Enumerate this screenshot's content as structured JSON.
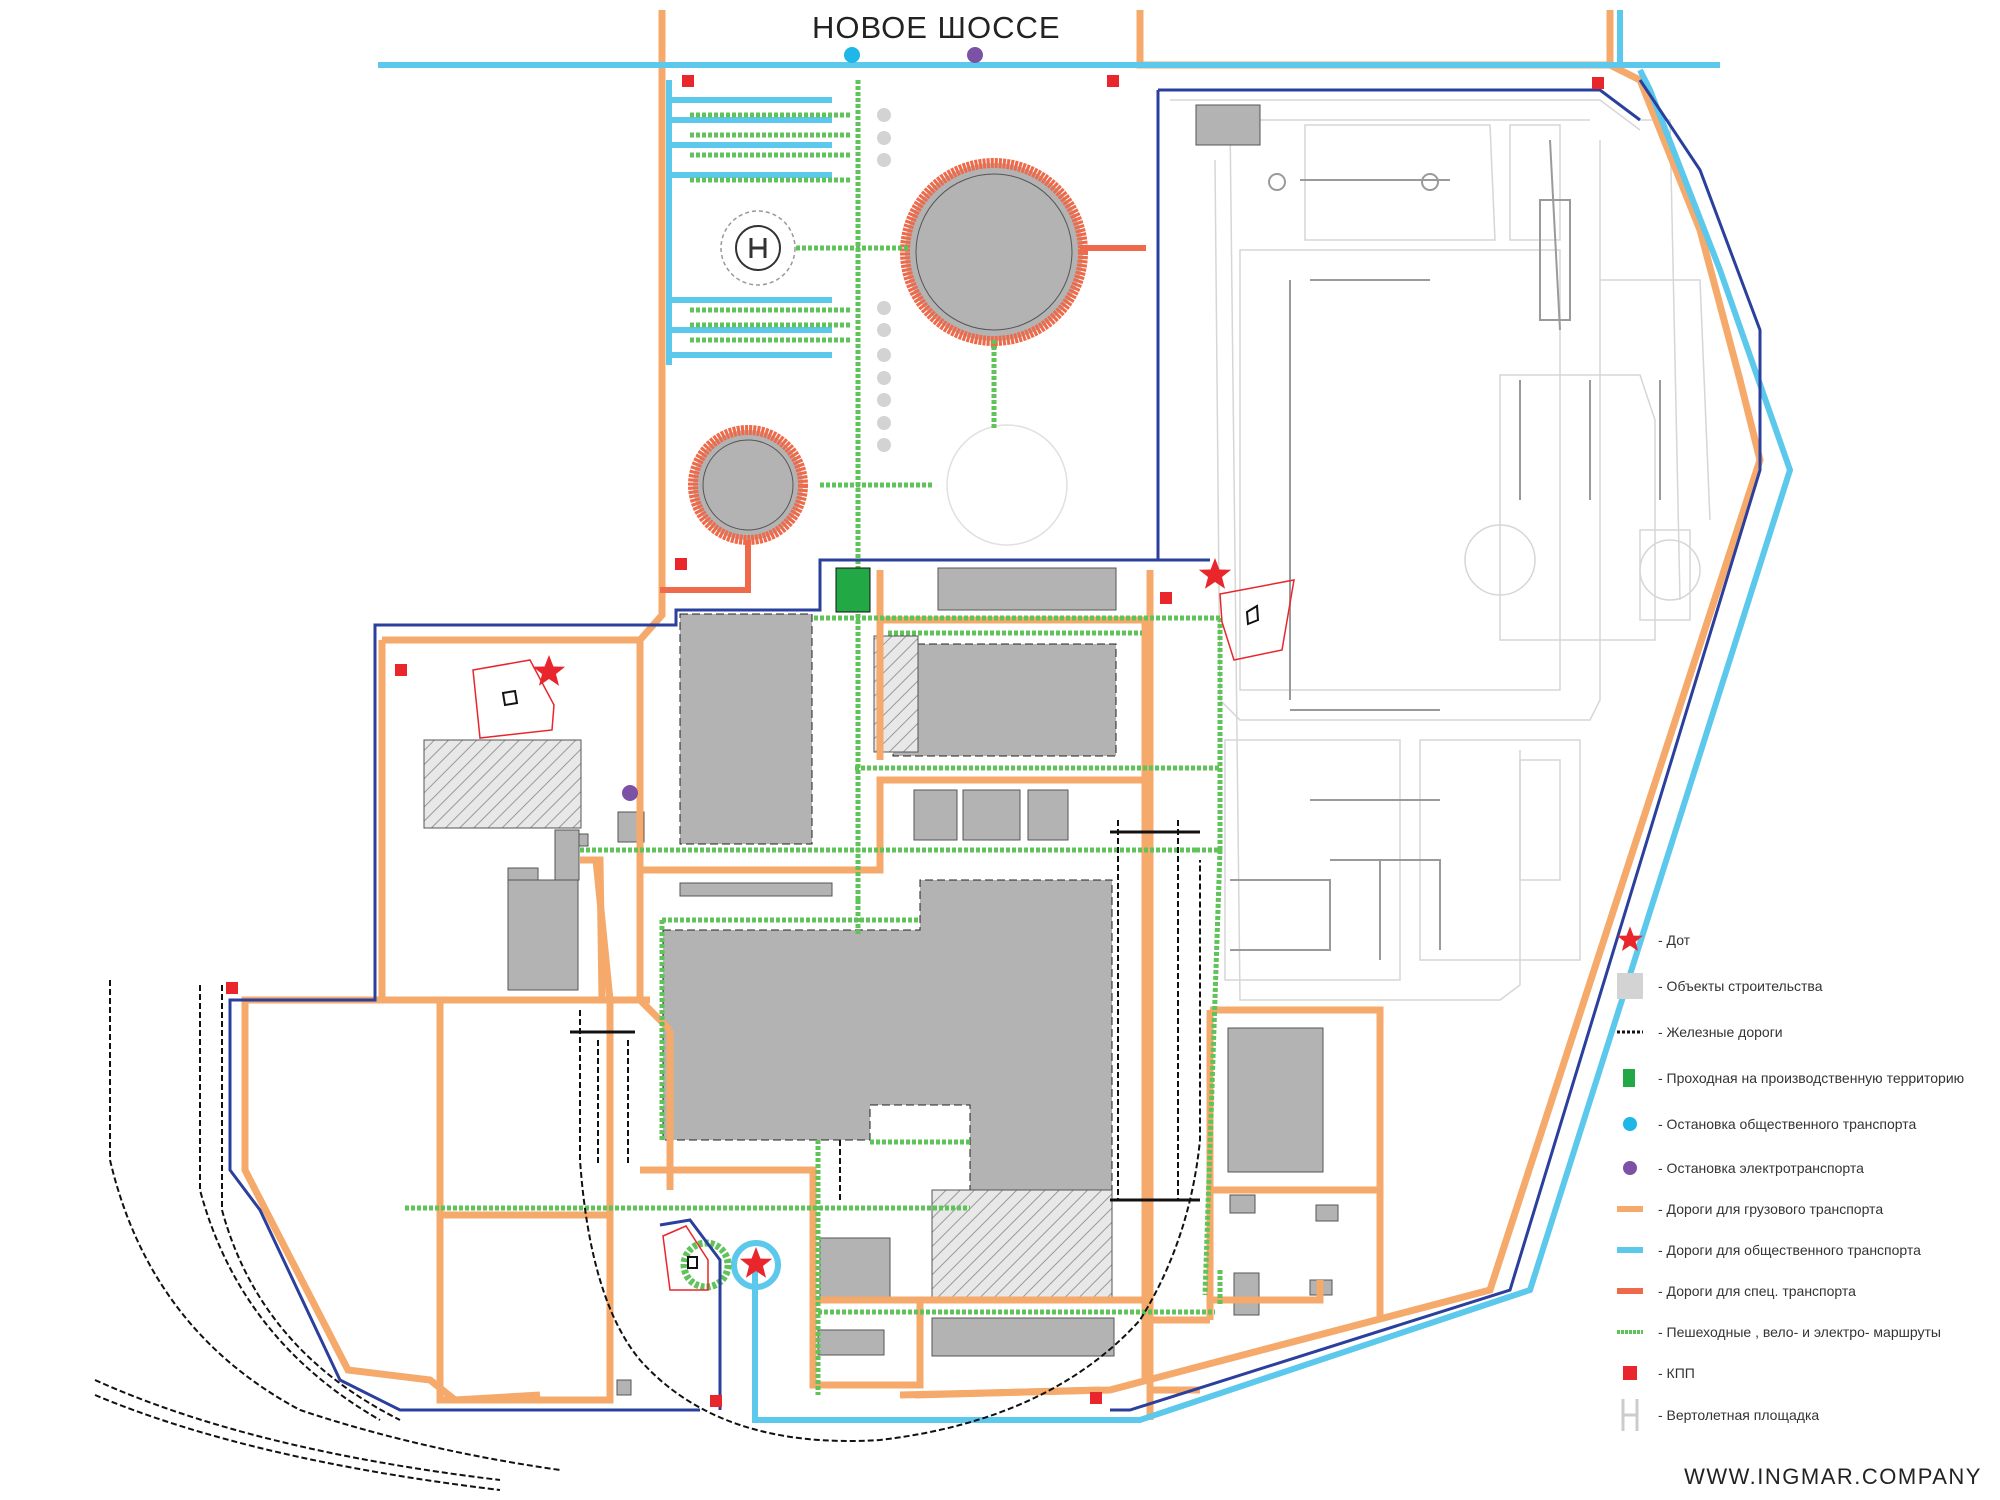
{
  "map": {
    "road_title": "НОВОЕ ШОССЕ",
    "footer": "WWW.INGMAR.COMPANY",
    "colors": {
      "freight_road": "#f5a96b",
      "public_road": "#5bc8ec",
      "special_road": "#ee6a4a",
      "pedestrian": "#5fc35a",
      "checkpoint": "#e8262b",
      "building": "#b3b3b3",
      "entrance": "#22a845",
      "boundary": "#2b3f9c",
      "bus_stop": "#1fb6e8",
      "electric_stop": "#7b52a5",
      "dot_star": "#e8262b"
    },
    "legend": [
      {
        "icon": "star-icon",
        "label": "- Дот"
      },
      {
        "icon": "grey-square-icon",
        "label": "- Объекты строительства"
      },
      {
        "icon": "railway-icon",
        "label": "- Железные дороги"
      },
      {
        "icon": "green-square-icon",
        "label": "- Проходная на производственную территорию"
      },
      {
        "icon": "cyan-circle-icon",
        "label": "- Остановка общественного транспорта"
      },
      {
        "icon": "purple-circle-icon",
        "label": "- Остановка электротранспорта"
      },
      {
        "icon": "orange-line-icon",
        "label": "- Дороги для грузового транспорта"
      },
      {
        "icon": "blue-line-icon",
        "label": "- Дороги для общественного транспорта"
      },
      {
        "icon": "red-line-icon",
        "label": "- Дороги для спец. транспорта"
      },
      {
        "icon": "green-line-icon",
        "label": "- Пешеходные , вело- и электро- маршруты"
      },
      {
        "icon": "red-square-icon",
        "label": "- КПП"
      },
      {
        "icon": "helipad-icon",
        "label": "- Вертолетная площадка"
      }
    ]
  }
}
